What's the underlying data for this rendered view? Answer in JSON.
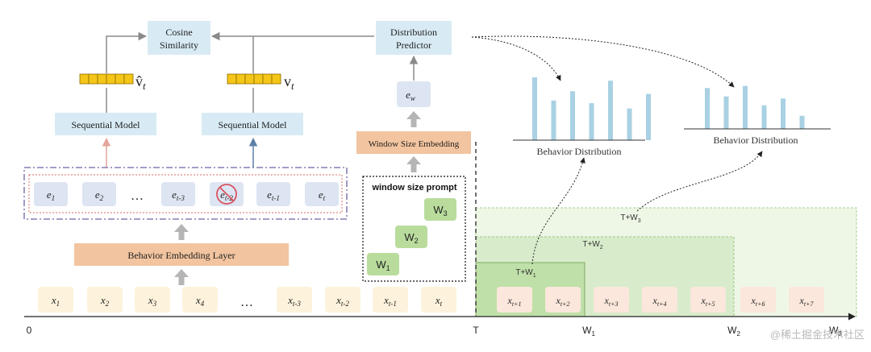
{
  "cosine_box": {
    "line1": "Cosine",
    "line2": "Similarity"
  },
  "predictor_box": {
    "line1": "Distribution",
    "line2": "Predictor"
  },
  "vhat_label": "v̂",
  "vhat_sub": "t",
  "v_label": "v",
  "v_sub": "t",
  "seq_model_left": "Sequential Model",
  "seq_model_right": "Sequential Model",
  "ew_label": "e",
  "ew_sub": "w",
  "window_emb_label": "Window Size Embedding",
  "window_prompt": {
    "title": "window size prompt",
    "items": [
      {
        "main": "W",
        "sub": "3"
      },
      {
        "main": "W",
        "sub": "2"
      },
      {
        "main": "W",
        "sub": "1"
      }
    ]
  },
  "embeddings": [
    {
      "main": "e",
      "sub": "1"
    },
    {
      "main": "e",
      "sub": "2"
    },
    {
      "main": "…",
      "sub": ""
    },
    {
      "main": "e",
      "sub": "t-3"
    },
    {
      "main": "e",
      "sub": "t-2"
    },
    {
      "main": "e",
      "sub": "t-1"
    },
    {
      "main": "e",
      "sub": "t"
    }
  ],
  "behavior_emb_layer": "Behavior Embedding Layer",
  "inputs": [
    {
      "main": "x",
      "sub": "1"
    },
    {
      "main": "x",
      "sub": "2"
    },
    {
      "main": "x",
      "sub": "3"
    },
    {
      "main": "x",
      "sub": "4"
    },
    {
      "main": "…",
      "sub": ""
    },
    {
      "main": "x",
      "sub": "t-3"
    },
    {
      "main": "x",
      "sub": "t-2"
    },
    {
      "main": "x",
      "sub": "t-1"
    },
    {
      "main": "x",
      "sub": "t"
    }
  ],
  "future_inputs": [
    {
      "main": "x",
      "sub": "t+1"
    },
    {
      "main": "x",
      "sub": "t+2"
    },
    {
      "main": "x",
      "sub": "t+3"
    },
    {
      "main": "x",
      "sub": "t+4"
    },
    {
      "main": "x",
      "sub": "t+5"
    },
    {
      "main": "x",
      "sub": "t+6"
    },
    {
      "main": "x",
      "sub": "t+7"
    }
  ],
  "window_regions": [
    {
      "main": "T+W",
      "sub": "1"
    },
    {
      "main": "T+W",
      "sub": "2"
    },
    {
      "main": "T+W",
      "sub": "3"
    }
  ],
  "behavior_dist_1": {
    "label": "Behavior Distribution",
    "values": [
      0.95,
      0.6,
      0.74,
      0.56,
      0.9,
      0.48,
      0.7
    ]
  },
  "behavior_dist_2": {
    "label": "Behavior Distribution",
    "values": [
      0.78,
      0.62,
      0.82,
      0.45,
      0.58,
      0.25
    ]
  },
  "axis": {
    "origin": "0",
    "ticks": [
      {
        "main": "T",
        "sub": ""
      },
      {
        "main": "W",
        "sub": "1"
      },
      {
        "main": "W",
        "sub": "2"
      },
      {
        "main": "W",
        "sub": "3"
      }
    ]
  },
  "watermark": "@稀土掘金技术社区",
  "colors": {
    "blue_box": "#d8ebf5",
    "emb_box": "#dde5f3",
    "orange": "#f2c49f",
    "yellow": "#f5c518",
    "input_box": "#fdf3dc",
    "future_box": "#fbe7dc",
    "green_light": "#eef7e6",
    "green_mid": "#d8eccb",
    "green_dark": "#bfe0a8",
    "w_box": "#b9dc9c",
    "bar": "#a9d1e3",
    "arrow_gray": "#8a8a8a",
    "red_arrow": "#e3a59b",
    "blue_arrow": "#5b7fa8",
    "dash_purple": "#6b63a8",
    "dot_red": "#e08a80"
  }
}
